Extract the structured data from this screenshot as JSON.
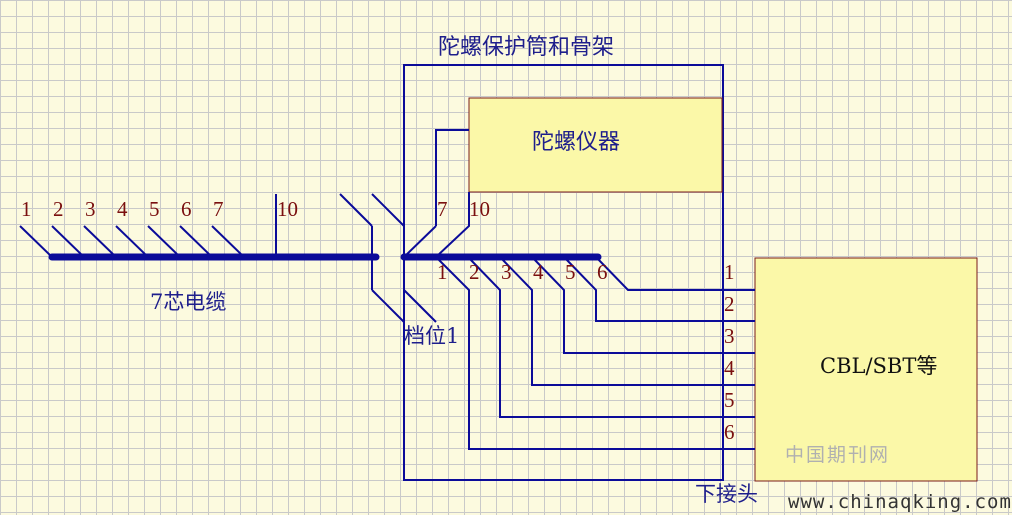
{
  "labels": {
    "enclosure_title": "陀螺保护筒和骨架",
    "gyro_instrument": "陀螺仪器",
    "cable_label": "7芯电缆",
    "gear_position": "档位1",
    "lower_connector": "下接头",
    "device_box": "CBL/SBT等",
    "watermark_cn": "中国期刊网",
    "watermark_url": "www.chinaqking.com"
  },
  "cable_core_numbers": [
    "1",
    "2",
    "3",
    "4",
    "5",
    "6",
    "7",
    "10"
  ],
  "right_side_numbers": [
    "7",
    "10"
  ],
  "inner_core_numbers": [
    "1",
    "2",
    "3",
    "4",
    "5",
    "6"
  ],
  "output_pin_numbers": [
    "1",
    "2",
    "3",
    "4",
    "5",
    "6"
  ],
  "colors": {
    "wire": "#0b0b99",
    "box_fill": "#fbf8a8",
    "box_border": "#7a1a1a",
    "number_text": "#7a0f0f",
    "label_text": "#1e1e8c"
  }
}
